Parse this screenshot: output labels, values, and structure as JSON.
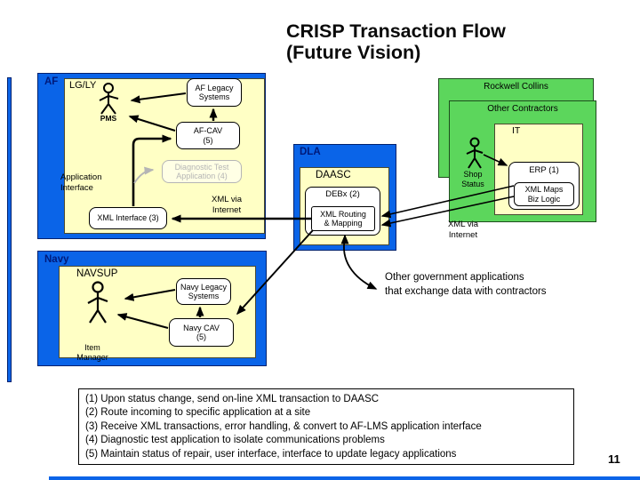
{
  "title": {
    "line1": "CRISP Transaction Flow",
    "line2": "(Future Vision)"
  },
  "af": {
    "label": "AF",
    "org": "LG/LY",
    "person": "PMS",
    "legacy": {
      "line1": "AF Legacy",
      "line2": "Systems"
    },
    "cav": {
      "line1": "AF-CAV",
      "line2": "(5)"
    },
    "diagnostic": {
      "line1": "Diagnostic Test",
      "line2": "Application (4)"
    },
    "app_interface": {
      "line1": "Application",
      "line2": "Interface"
    },
    "xml_interface": "XML Interface (3)",
    "xml_via": {
      "line1": "XML via",
      "line2": "Internet"
    }
  },
  "dla": {
    "label": "DLA",
    "org": "DAASC",
    "debx": "DEBx (2)",
    "routing": {
      "line1": "XML Routing",
      "line2": "& Mapping"
    },
    "xml_via": {
      "line1": "XML via",
      "line2": "Internet"
    }
  },
  "contractors": {
    "rockwell": "Rockwell Collins",
    "other": "Other Contractors",
    "it": "IT",
    "person": {
      "line1": "Shop",
      "line2": "Status"
    },
    "erp": "ERP (1)",
    "maps": {
      "line1": "XML Maps",
      "line2": "Biz Logic"
    }
  },
  "navy": {
    "label": "Navy",
    "org": "NAVSUP",
    "person": {
      "line1": "Item",
      "line2": "Manager"
    },
    "legacy": {
      "line1": "Navy Legacy",
      "line2": "Systems"
    },
    "cav": {
      "line1": "Navy CAV",
      "line2": "(5)"
    }
  },
  "other_gov": {
    "line1": "Other government applications",
    "line2": "that exchange data with contractors"
  },
  "notes": {
    "items": [
      "(1) Upon status change, send on-line XML transaction to DAASC",
      "(2) Route incoming to specific application at a site",
      "(3) Receive XML transactions, error handling, & convert to AF-LMS application interface",
      "(4) Diagnostic test application to isolate communications problems",
      "(5) Maintain status of repair, user interface, interface to update legacy applications"
    ]
  },
  "page_number": "11",
  "colors": {
    "box_blue": "#0a64e8",
    "panel_yellow": "#ffffc5",
    "contractor_green": "#5cd65c",
    "section_label_navy": "#001a7a",
    "disabled_gray": "#b5b5b5"
  }
}
